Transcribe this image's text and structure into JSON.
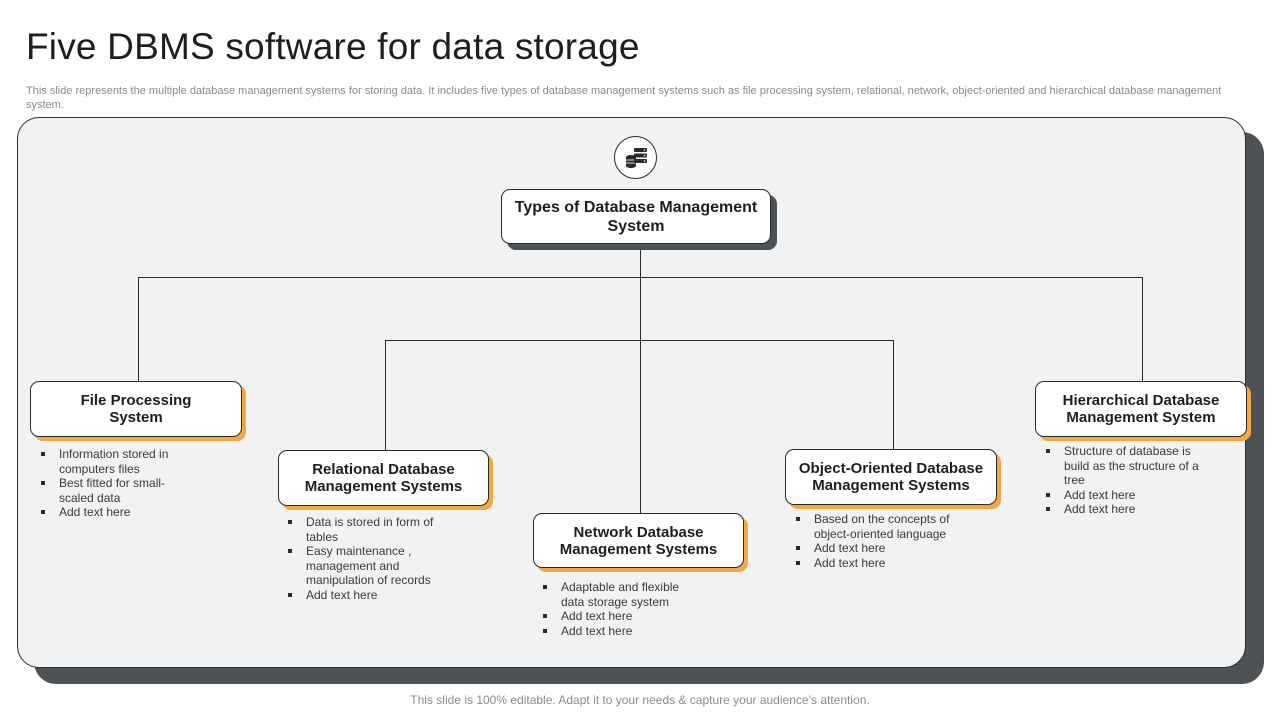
{
  "header": {
    "title": "Five DBMS software for data storage",
    "subtitle": "This slide represents the multiple database management systems for storing data. It includes five types of database management systems such as file processing system, relational, network, object-oriented and hierarchical database management system."
  },
  "diagram": {
    "hub_icon": "database-icon",
    "root": {
      "label": "Types of Database Management System"
    },
    "nodes": [
      {
        "label": "File Processing System",
        "bullets": [
          "Information stored in computers files",
          "Best fitted for small-scaled data",
          "Add text here"
        ]
      },
      {
        "label": "Relational Database Management Systems",
        "bullets": [
          "Data is stored in form of tables",
          "Easy maintenance , management and manipulation of records",
          "Add text here"
        ]
      },
      {
        "label": "Network Database Management Systems",
        "bullets": [
          "Adaptable and flexible data storage system",
          "Add text here",
          "Add text here"
        ]
      },
      {
        "label": "Object-Oriented Database Management Systems",
        "bullets": [
          "Based on the concepts of object-oriented language",
          "Add text here",
          "Add text here"
        ]
      },
      {
        "label": "Hierarchical Database Management System",
        "bullets": [
          "Structure of database is build as the structure of a tree",
          "Add text here",
          "Add text here"
        ]
      }
    ]
  },
  "colors": {
    "accent": "#f5a742",
    "panel": "#f1f2f4",
    "panel_shadow": "#4d5257"
  },
  "footer": {
    "note": "This slide is 100% editable. Adapt it to your needs & capture your audience’s attention."
  }
}
